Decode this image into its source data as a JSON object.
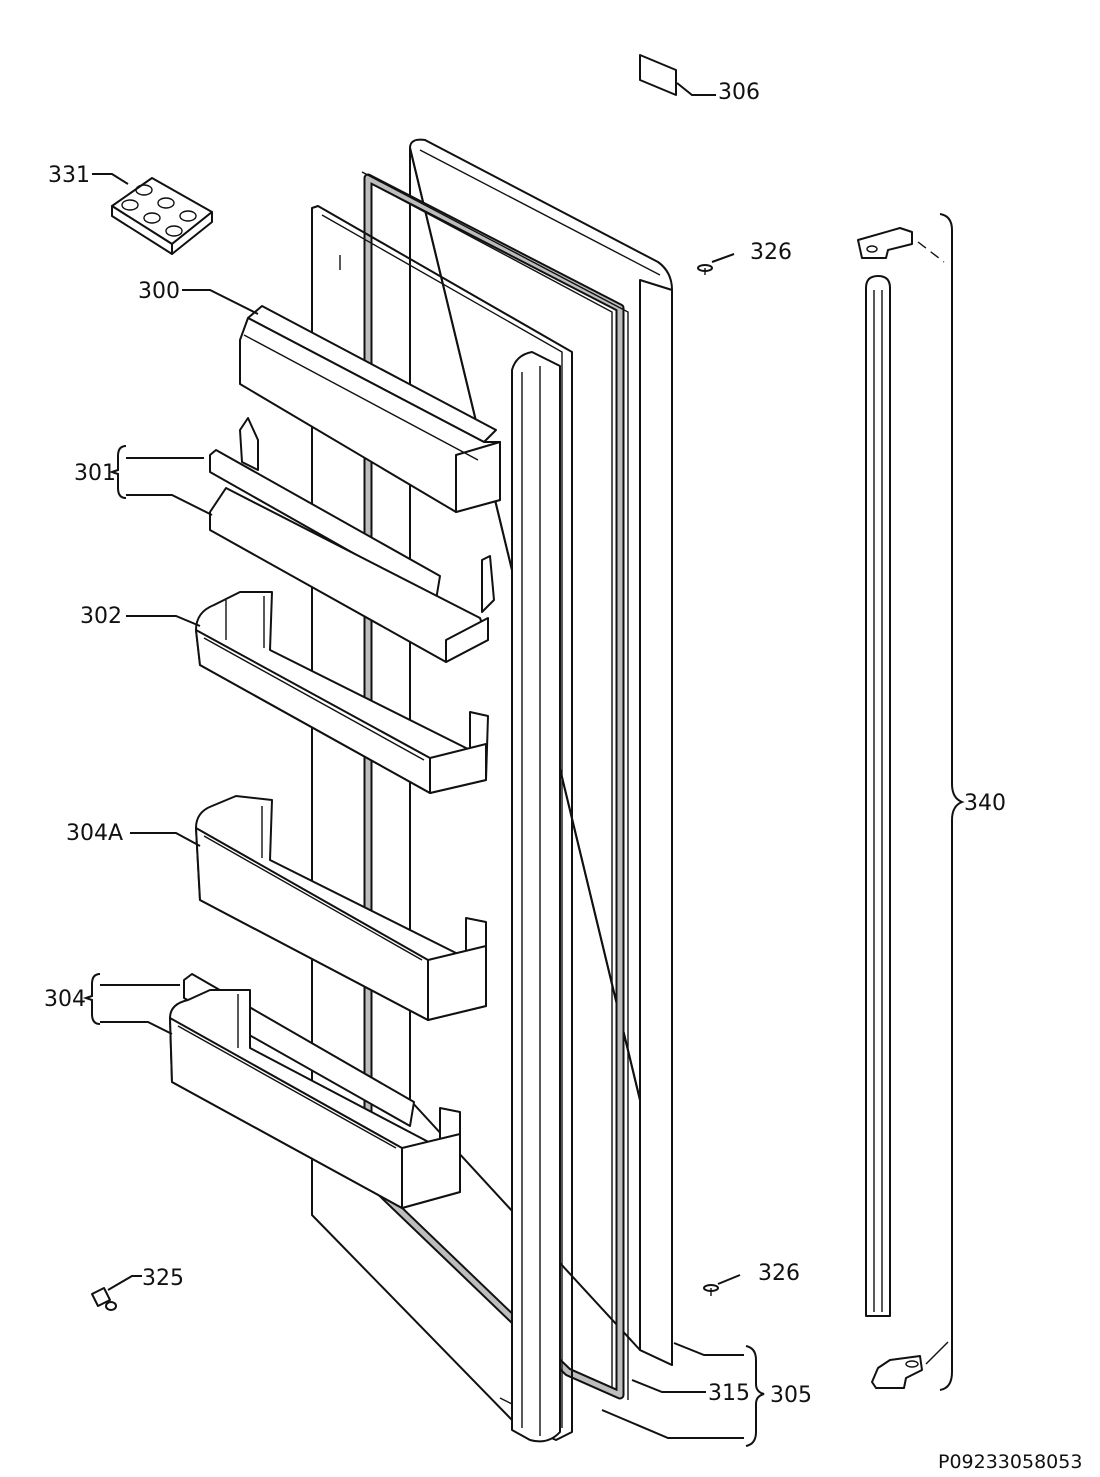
{
  "diagram": {
    "reference_code": "P09233058053",
    "labels": {
      "p306": "306",
      "p331": "331",
      "p326_top": "326",
      "p300": "300",
      "p301": "301",
      "p302": "302",
      "p304A": "304A",
      "p304": "304",
      "p340": "340",
      "p325": "325",
      "p326_bottom": "326",
      "p315": "315",
      "p305": "305"
    },
    "parts": [
      {
        "id": "306",
        "name": "label-plate"
      },
      {
        "id": "331",
        "name": "egg-tray"
      },
      {
        "id": "326",
        "name": "screw"
      },
      {
        "id": "300",
        "name": "dairy-compartment-cover"
      },
      {
        "id": "301",
        "name": "door-shelf-with-retainer"
      },
      {
        "id": "302",
        "name": "door-bin"
      },
      {
        "id": "304A",
        "name": "door-bin"
      },
      {
        "id": "304",
        "name": "door-bin-with-retainer"
      },
      {
        "id": "340",
        "name": "hinge-and-handle-kit"
      },
      {
        "id": "325",
        "name": "pin"
      },
      {
        "id": "315",
        "name": "door-gasket"
      },
      {
        "id": "305",
        "name": "door-assembly"
      }
    ]
  }
}
